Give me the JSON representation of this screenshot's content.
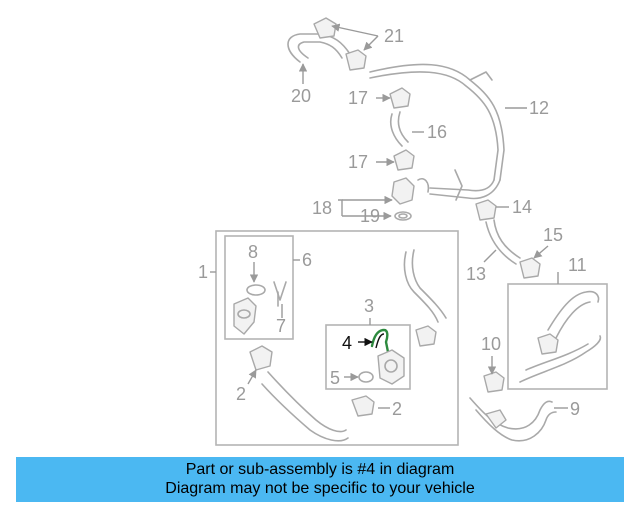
{
  "colors": {
    "banner": "#4bb8f2",
    "highlight_part": "#2d8a3e",
    "diagram_lines": "#a9a9a9"
  },
  "labels": {
    "l1": "1",
    "l2a": "2",
    "l2b": "2",
    "l3": "3",
    "l4": "4",
    "l5": "5",
    "l6": "6",
    "l7": "7",
    "l8": "8",
    "l9": "9",
    "l10": "10",
    "l11": "11",
    "l12": "12",
    "l13": "13",
    "l14": "14",
    "l15": "15",
    "l16": "16",
    "l17a": "17",
    "l17b": "17",
    "l18": "18",
    "l19": "19",
    "l20": "20",
    "l21": "21"
  },
  "banner": {
    "line1": "Part or sub-assembly is #4 in diagram",
    "line2": "Diagram may not be specific to your vehicle"
  }
}
